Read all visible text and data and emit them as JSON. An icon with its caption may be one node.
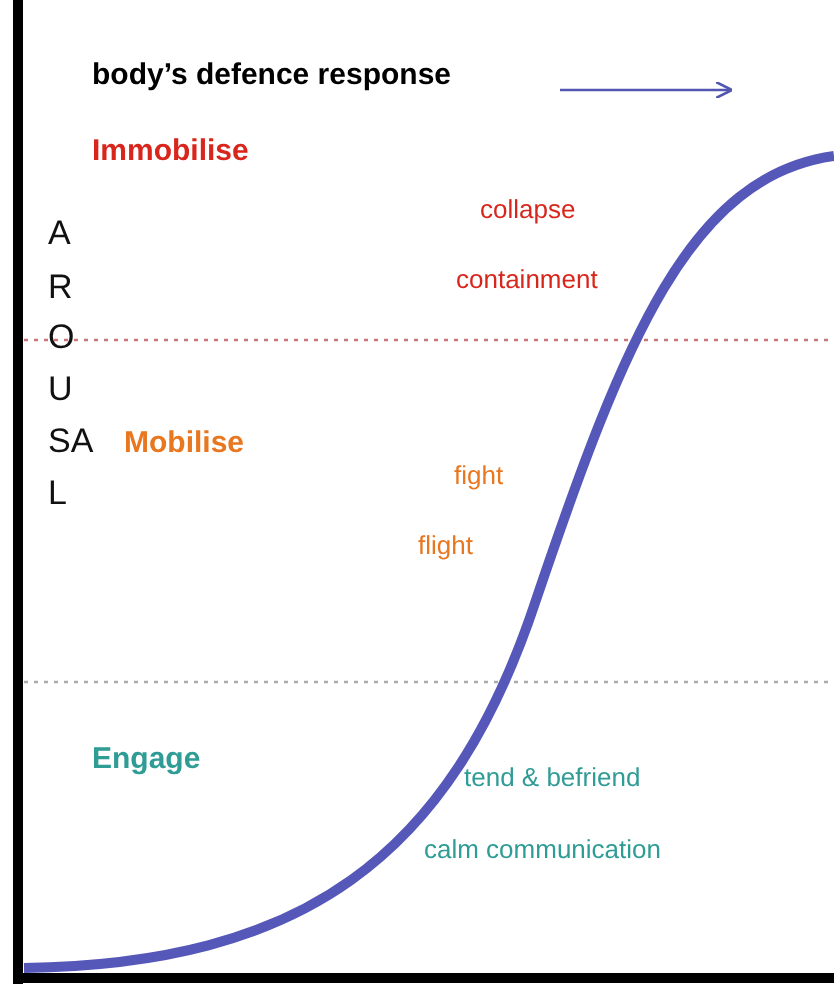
{
  "diagram": {
    "title": "body’s defence response",
    "labels": [
      "Immobilise",
      "collapse",
      "containment",
      "A",
      "R",
      "O",
      "U",
      "SA",
      "L",
      "Mobilise",
      "fight",
      "flight",
      "Engage",
      "tend & befriend",
      "calm communication"
    ]
  }
}
